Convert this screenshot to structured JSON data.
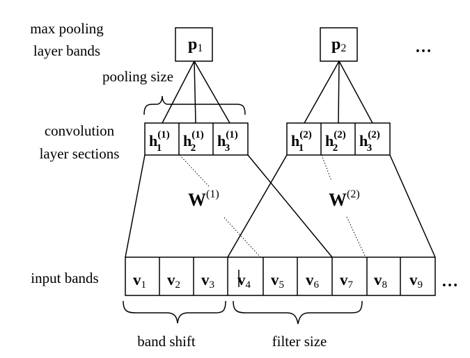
{
  "labels": {
    "pooling_layer": [
      "max pooling",
      "layer bands"
    ],
    "pooling_size": "pooling size",
    "convolution_layer": [
      "convolution",
      "layer sections"
    ],
    "input_bands": "input bands",
    "band_shift": "band shift",
    "filter_size": "filter size",
    "ellipsis": "…"
  },
  "pooling_nodes": [
    {
      "base": "p",
      "sub": "1"
    },
    {
      "base": "p",
      "sub": "2"
    }
  ],
  "conv_nodes": [
    {
      "base": "h",
      "sub": "1",
      "sup": "(1)"
    },
    {
      "base": "h",
      "sub": "2",
      "sup": "(1)"
    },
    {
      "base": "h",
      "sub": "3",
      "sup": "(1)"
    },
    {
      "base": "h",
      "sub": "1",
      "sup": "(2)"
    },
    {
      "base": "h",
      "sub": "2",
      "sup": "(2)"
    },
    {
      "base": "h",
      "sub": "3",
      "sup": "(2)"
    }
  ],
  "weights": [
    {
      "base": "W",
      "sup": "(1)"
    },
    {
      "base": "W",
      "sup": "(2)"
    }
  ],
  "input_nodes": [
    {
      "base": "v",
      "sub": "1"
    },
    {
      "base": "v",
      "sub": "2"
    },
    {
      "base": "v",
      "sub": "3"
    },
    {
      "base": "v",
      "sub": "4"
    },
    {
      "base": "v",
      "sub": "5"
    },
    {
      "base": "v",
      "sub": "6"
    },
    {
      "base": "v",
      "sub": "7"
    },
    {
      "base": "v",
      "sub": "8"
    },
    {
      "base": "v",
      "sub": "9"
    }
  ]
}
